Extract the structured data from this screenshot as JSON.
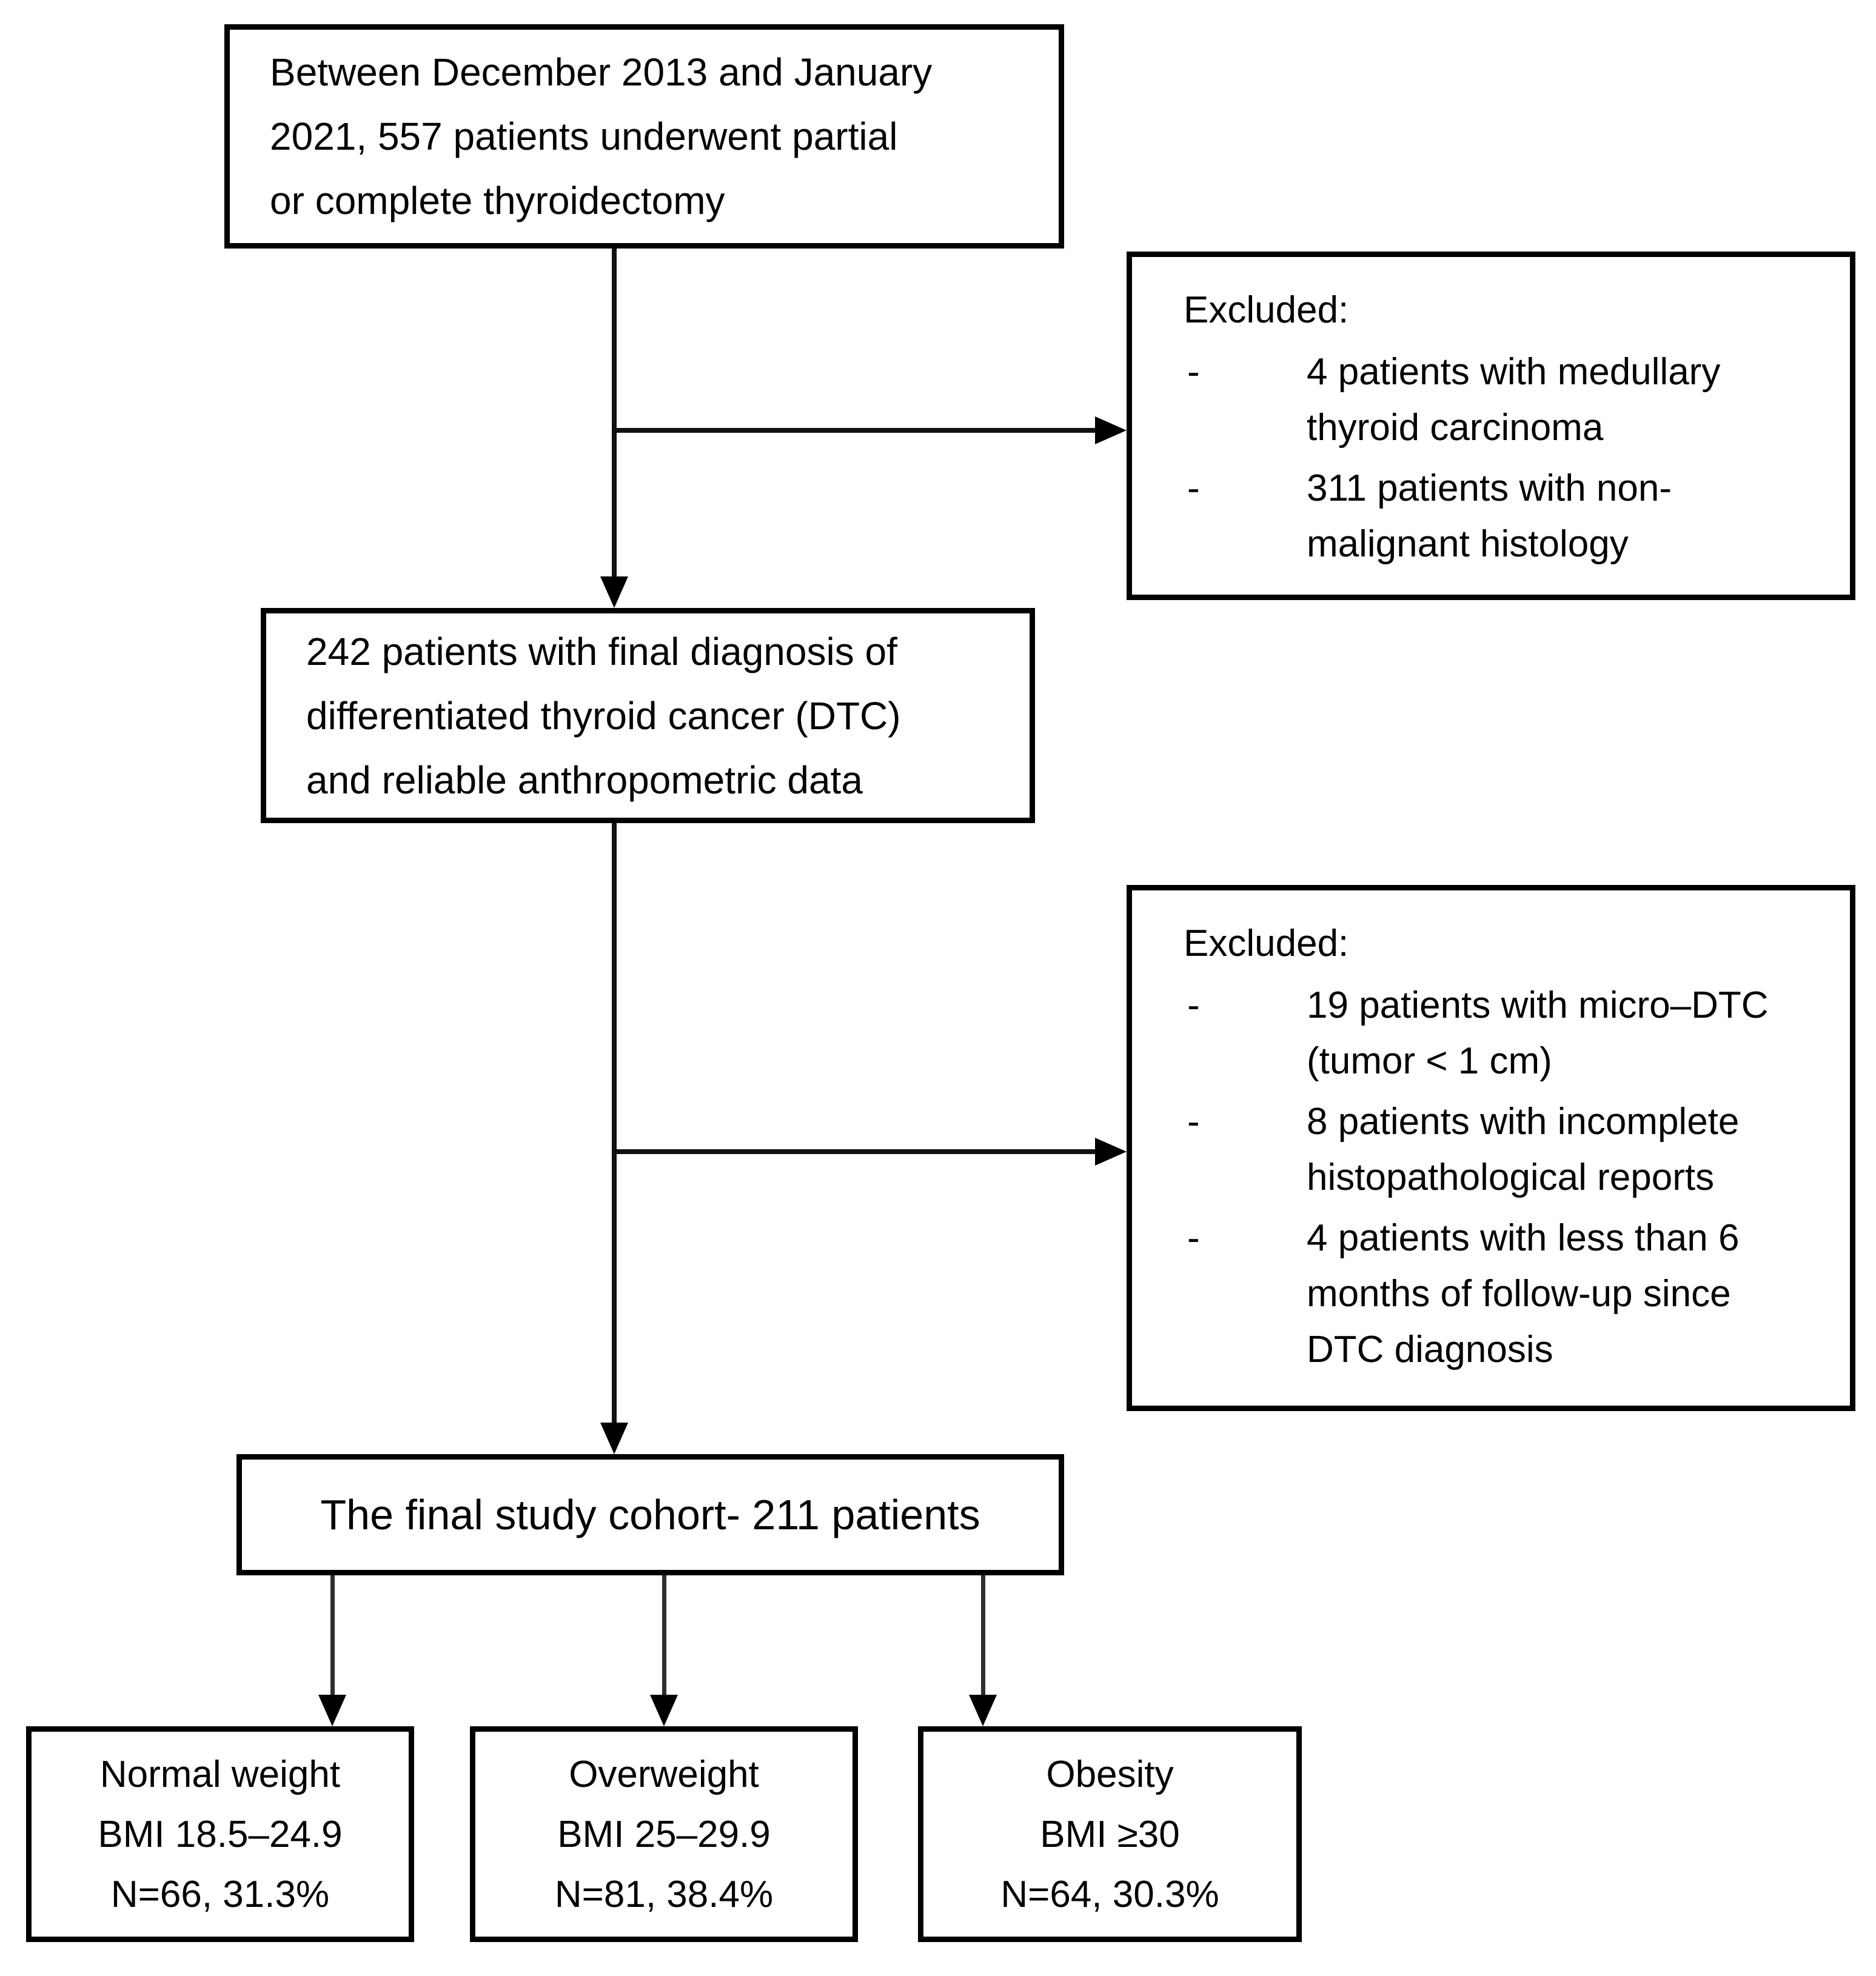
{
  "diagram": {
    "top_box": {
      "text": "Between December 2013 and January\n2021, 557 patients underwent partial\nor complete thyroidectomy"
    },
    "excluded_box_1": {
      "heading": "Excluded:",
      "items": [
        {
          "marker": "-",
          "text": "4 patients with medullary\nthyroid carcinoma"
        },
        {
          "marker": "-",
          "text": "311 patients with non-\nmalignant histology"
        }
      ]
    },
    "middle_box": {
      "text": "242 patients with final diagnosis of\ndifferentiated thyroid cancer (DTC)\nand reliable anthropometric data"
    },
    "excluded_box_2": {
      "heading": "Excluded:",
      "items": [
        {
          "marker": "-",
          "text": "19 patients with micro–DTC\n(tumor < 1 cm)"
        },
        {
          "marker": "-",
          "text": "8 patients with incomplete\nhistopathological reports"
        },
        {
          "marker": "-",
          "text": "4 patients with less than 6\nmonths of follow-up since\nDTC diagnosis"
        }
      ]
    },
    "final_box": {
      "text": "The final study cohort- 211 patients"
    },
    "outcome_boxes": [
      {
        "title": "Normal weight",
        "bmi": "BMI 18.5–24.9",
        "n": "N=66, 31.3%"
      },
      {
        "title": "Overweight",
        "bmi": "BMI 25–29.9",
        "n": "N=81, 38.4%"
      },
      {
        "title": "Obesity",
        "bmi": "BMI ≥30",
        "n": "N=64, 30.3%"
      }
    ],
    "colors": {
      "border": "#000000",
      "text": "#000000",
      "background": "#ffffff"
    }
  }
}
